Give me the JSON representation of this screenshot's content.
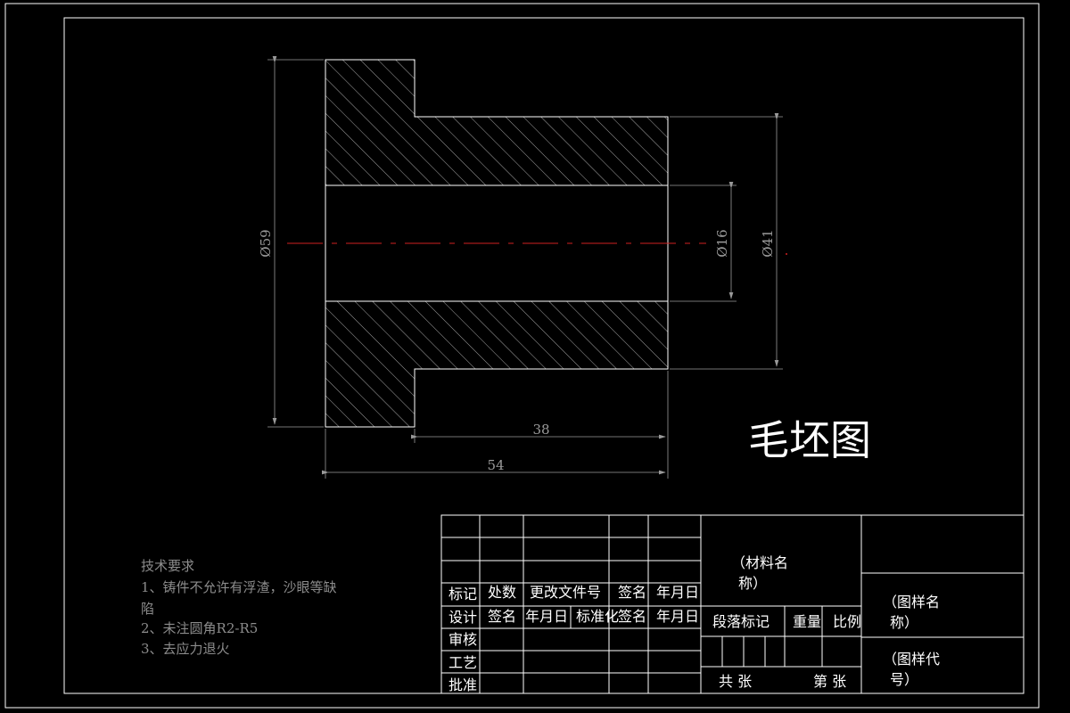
{
  "drawing": {
    "title": "毛坯图",
    "dimensions": {
      "outer_diameter": "Ø59",
      "flange_diameter": "Ø41",
      "bore_diameter": "Ø16",
      "inner_length": "38",
      "total_length": "54"
    }
  },
  "tech_requirements": {
    "heading": "技术要求",
    "line1": "1、铸件不允许有浮渣，沙眼等缺",
    "line1b": "陷",
    "line2": "2、未注圆角R2-R5",
    "line3": "3、去应力退火"
  },
  "title_block": {
    "mark": "标记",
    "place": "处数",
    "change_doc": "更改文件号",
    "sign": "签名",
    "date": "年月日",
    "design": "设计",
    "sign2": "签名",
    "date2": "年月日",
    "standard": "标准化",
    "sign3": "签名",
    "date3": "年月日",
    "review": "审核",
    "process": "工艺",
    "approve": "批准",
    "material_name_1": "（材料名",
    "material_name_2": "称）",
    "stage_mark": "段落标记",
    "weight": "重量",
    "scale": "比例",
    "total_sheets": "共 张",
    "sheet_no": "第 张",
    "drawing_name_1": "（图样名",
    "drawing_name_2": "称）",
    "drawing_code_1": "（图样代",
    "drawing_code_2": "号）"
  },
  "colors": {
    "background": "#000000",
    "line": "#ffffff",
    "dim": "#9a9a9a",
    "centerline": "#d02020"
  }
}
